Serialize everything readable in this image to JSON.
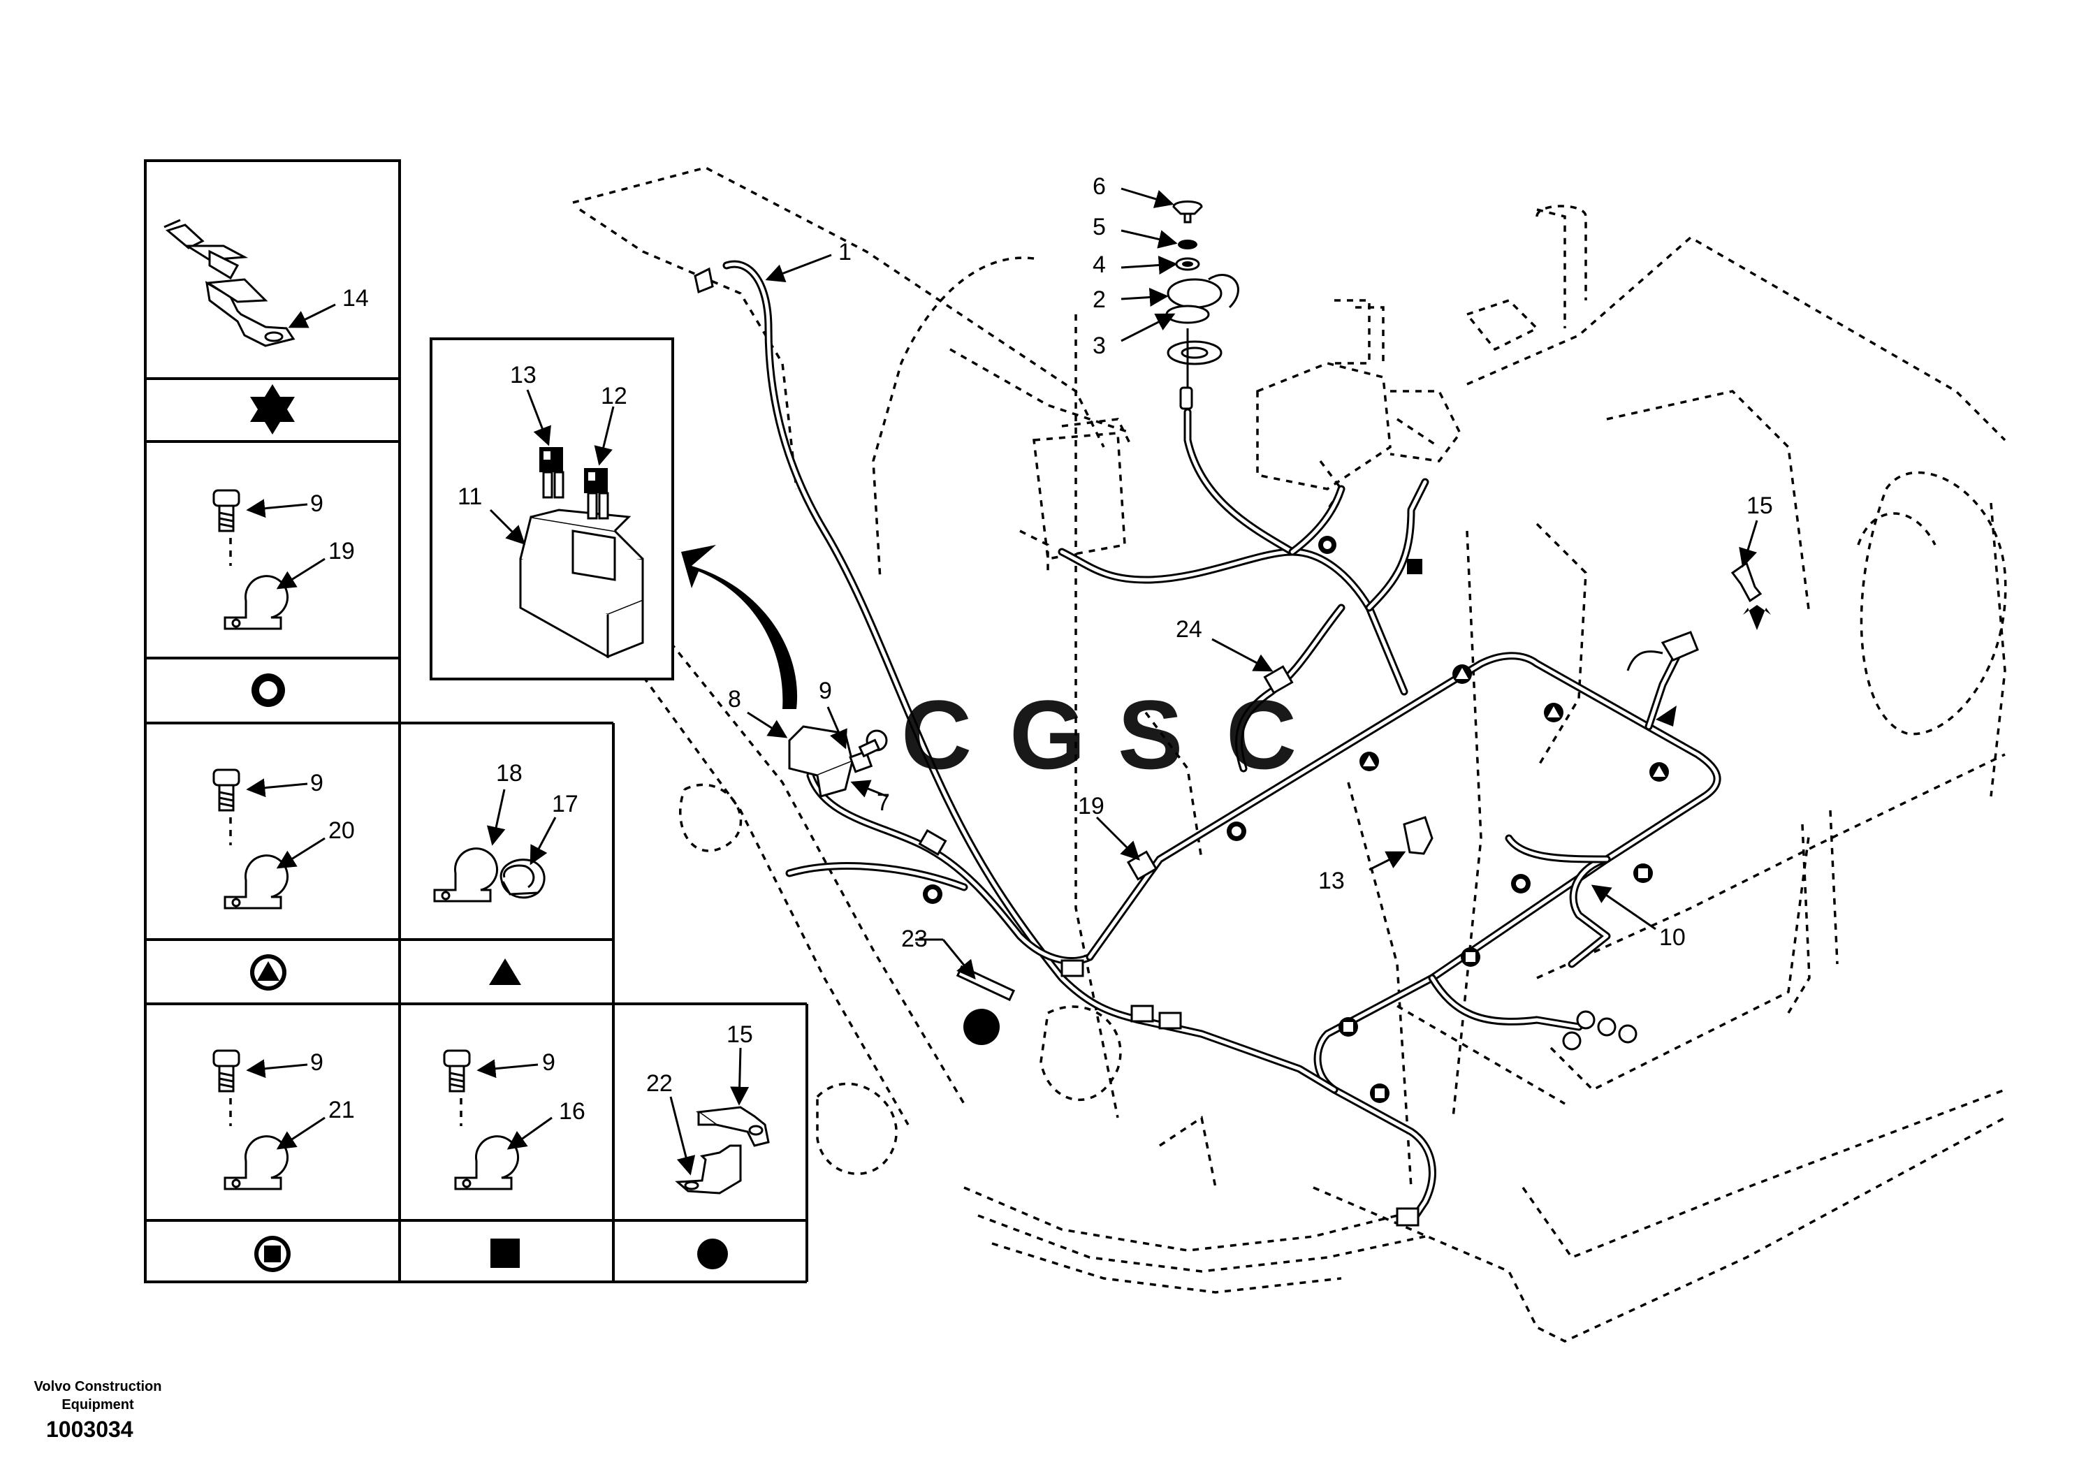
{
  "manufacturer_label": "Volvo Construction Equipment",
  "drawing_number": "1003034",
  "watermark": {
    "letters": [
      "C",
      "G",
      "S",
      "C"
    ],
    "colors": [
      "#7aa6ec",
      "#ef8a86",
      "#f2d36b",
      "#8cc9a4"
    ]
  },
  "callouts": {
    "c1": "1",
    "c2": "2",
    "c3": "3",
    "c4": "4",
    "c5": "5",
    "c6": "6",
    "c7": "7",
    "c8": "8",
    "c9": "9",
    "c10": "10",
    "c11": "11",
    "c12": "12",
    "c13": "13",
    "c14": "14",
    "c15": "15",
    "c16": "16",
    "c17": "17",
    "c18": "18",
    "c19": "19",
    "c20": "20",
    "c21": "21",
    "c22": "22",
    "c23": "23",
    "c24": "24"
  },
  "legend_symbols": [
    "six-point-star",
    "ring",
    "triangle-in-circle",
    "triangle",
    "square-in-circle",
    "square",
    "filled-circle"
  ],
  "colors": {
    "ink": "#000000",
    "paper": "#ffffff"
  }
}
